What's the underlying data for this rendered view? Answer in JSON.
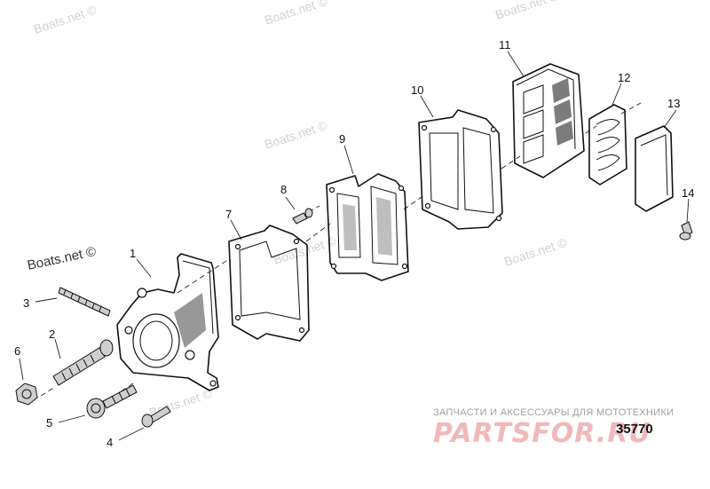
{
  "watermarks": [
    "Boats.net ©",
    "Boats.net ©",
    "Boats.net ©",
    "Boats.net ©",
    "Boats.net ©",
    "Boats.net ©",
    "Boats.net ©",
    "Boats.net ©"
  ],
  "callouts": {
    "p1": "1",
    "p2": "2",
    "p3": "3",
    "p4": "4",
    "p5": "5",
    "p6": "6",
    "p7": "7",
    "p8": "8",
    "p9": "9",
    "p10": "10",
    "p11": "11",
    "p12": "12",
    "p13": "13",
    "p14": "14"
  },
  "diagram_number": "35770",
  "brand": {
    "tagline": "ЗАПЧАСТИ И АКСЕССУАРЫ ДЛЯ МОТОТЕХНИКИ",
    "logo": "PARTSFOR.RU"
  }
}
